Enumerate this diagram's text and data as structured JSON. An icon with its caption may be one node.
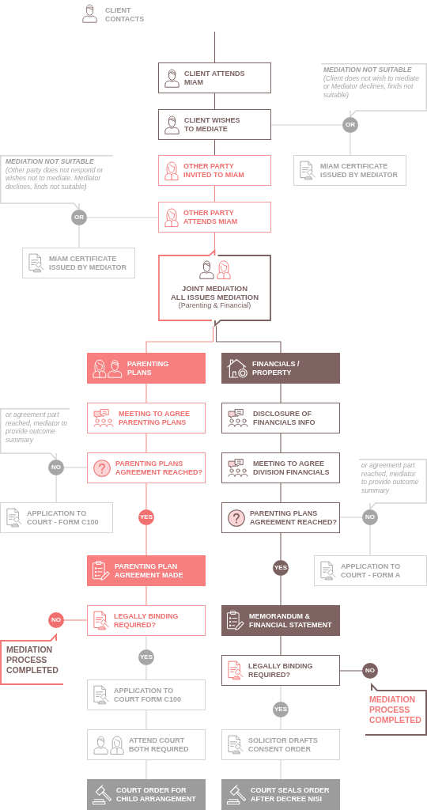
{
  "diagram": {
    "nodes": [
      {
        "text": [
          "CLIENT ATTENDS MIAM"
        ]
      },
      {
        "text": [
          "MEDIATION NOT SUITABLE",
          "(Client does not wish to mediate or Mediator declines, finds not suitable)"
        ]
      },
      {
        "text": [
          "CLIENT WISHES TO MEDIATE"
        ]
      },
      {
        "text": [
          "OR"
        ]
      },
      {
        "text": [
          "OTHER PARTY INVITED TO MIAM"
        ]
      },
      {
        "text": [
          "MIAM CERTIFICATE ISSUED BY MEDIATOR"
        ]
      },
      {
        "text": [
          "MEDIATION NOT SUITABLE",
          "(Other party does not respond or wishes not to mediate. Mediator declines, finds not suitable)"
        ]
      },
      {
        "text": [
          "OR"
        ]
      },
      {
        "text": [
          "OTHER PARTY ATTENDS MIAM"
        ]
      },
      {
        "text": [
          "MIAM CERTIFICATE ISSUED BY MEDIATOR"
        ]
      },
      {
        "text": [
          "JOINT MEDIATION",
          "ALL ISSUES MEDIATION",
          "(Parenting & Financial)"
        ]
      },
      {
        "text": [
          "PARENTING PLANS"
        ]
      },
      {
        "text": [
          "FINANCIALS / PROPERTY"
        ]
      },
      {
        "text": [
          "MEETING TO AGREE PARENTING PLANS"
        ]
      },
      {
        "text": [
          "DISCLOSURE OF FINANCIALS INFO"
        ]
      },
      {
        "text": [
          "or agreement part reached, mediator to provide outcome summary"
        ]
      },
      {
        "text": [
          "NO"
        ]
      },
      {
        "text": [
          "PARENTING PLANS AGREEMENT REACHED?"
        ]
      },
      {
        "text": [
          "MEETING TO AGREE DIVISION FINANCIALS"
        ]
      },
      {
        "text": [
          "or agreement part reached, mediator to provide outcome summary"
        ]
      },
      {
        "text": [
          "APPLICATION TO COURT - FORM C100"
        ]
      },
      {
        "text": [
          "YES"
        ]
      },
      {
        "text": [
          "PARENTING PLANS AGREEMENT REACHED?"
        ]
      },
      {
        "text": [
          "NO"
        ]
      },
      {
        "text": [
          "PARENTING PLAN AGREEMENT MADE"
        ]
      },
      {
        "text": [
          "YES"
        ]
      },
      {
        "text": [
          "APPLICATION TO COURT - FORM A"
        ]
      },
      {
        "text": [
          "NO"
        ]
      },
      {
        "text": [
          "LEGALLY BINDING REQUIRED?"
        ]
      },
      {
        "text": [
          "MEMORANDUM & FINANCIAL STATEMENT"
        ]
      },
      {
        "text": [
          "MEDIATION PROCESS COMPLETED"
        ]
      },
      {
        "text": [
          "YES"
        ]
      },
      {
        "text": [
          "LEGALLY BINDING REQUIRED?"
        ]
      },
      {
        "text": [
          "NO"
        ]
      },
      {
        "text": [
          "APPLICATION TO COURT FORM C100"
        ]
      },
      {
        "text": [
          "MEDIATION PROCESS COMPLETED"
        ]
      },
      {
        "text": [
          "YES"
        ]
      },
      {
        "text": [
          "ATTEND COURT BOTH REQUIRED"
        ]
      },
      {
        "text": [
          "SOLICITOR DRAFTS CONSENT ORDER"
        ]
      },
      {
        "text": [
          "COURT ORDER FOR CHILD ARRANGEMENT"
        ]
      },
      {
        "text": [
          "COURT SEALS ORDER AFTER DECREE NISI"
        ]
      }
    ],
    "edges": [
      {
        "from": null,
        "to": 0,
        "arrow": "none",
        "color": "#7c6161"
      },
      {
        "from": 0,
        "to": 2,
        "arrow": "none",
        "color": "#7c6161"
      },
      {
        "from": 2,
        "to": 3,
        "arrow": "none"
      },
      {
        "from": 3,
        "to": 5,
        "arrow": "none"
      },
      {
        "from": 2,
        "to": 4,
        "arrow": "none",
        "color": "#7c6161"
      },
      {
        "from": 4,
        "to": 8,
        "arrow": "none",
        "color": "#f28b8b"
      },
      {
        "from": 8,
        "to": 7,
        "arrow": "none"
      },
      {
        "from": 7,
        "to": 9,
        "arrow": "none"
      },
      {
        "from": 8,
        "to": 10,
        "arrow": "none",
        "color": "#f28b8b"
      },
      {
        "from": 10,
        "to": 11,
        "arrow": "none",
        "color": "#f28b8b"
      },
      {
        "from": 10,
        "to": 12,
        "arrow": "none",
        "color": "#7c6161"
      },
      {
        "from": 11,
        "to": 13,
        "arrow": "none",
        "color": "#f28b8b"
      },
      {
        "from": 12,
        "to": 14,
        "arrow": "none",
        "color": "#7c6161"
      },
      {
        "from": 13,
        "to": 17,
        "arrow": "none",
        "color": "#f28b8b"
      },
      {
        "from": 14,
        "to": 18,
        "arrow": "none",
        "color": "#7c6161"
      },
      {
        "from": 17,
        "to": 16,
        "arrow": "none"
      },
      {
        "from": 16,
        "to": 20,
        "arrow": "none"
      },
      {
        "from": 17,
        "to": 21,
        "arrow": "none",
        "color": "#f28b8b"
      },
      {
        "from": 21,
        "to": 24,
        "arrow": "none",
        "color": "#f28b8b"
      },
      {
        "from": 18,
        "to": 22,
        "arrow": "none",
        "color": "#7c6161"
      },
      {
        "from": 22,
        "to": 23,
        "arrow": "none"
      },
      {
        "from": 23,
        "to": 26,
        "arrow": "none"
      },
      {
        "from": 22,
        "to": 25,
        "arrow": "none",
        "color": "#7c6161"
      },
      {
        "from": 25,
        "to": 29,
        "arrow": "none",
        "color": "#7c6161"
      },
      {
        "from": 24,
        "to": 28,
        "arrow": "none",
        "color": "#f28b8b"
      },
      {
        "from": 28,
        "to": 27,
        "arrow": "none",
        "color": "#f28b8b"
      },
      {
        "from": 28,
        "to": 31,
        "arrow": "none"
      },
      {
        "from": 31,
        "to": 34,
        "arrow": "none"
      },
      {
        "from": 29,
        "to": 32,
        "arrow": "none",
        "color": "#7c6161"
      },
      {
        "from": 32,
        "to": 33,
        "arrow": "none",
        "color": "#7c6161"
      },
      {
        "from": 32,
        "to": 36,
        "arrow": "none"
      },
      {
        "from": 36,
        "to": 38,
        "arrow": "none"
      },
      {
        "from": 34,
        "to": 37,
        "arrow": "none"
      },
      {
        "from": 37,
        "to": 39,
        "arrow": "none"
      },
      {
        "from": 38,
        "to": 40,
        "arrow": "none"
      }
    ],
    "labels": [
      "CLIENT CONTACTS"
    ]
  }
}
